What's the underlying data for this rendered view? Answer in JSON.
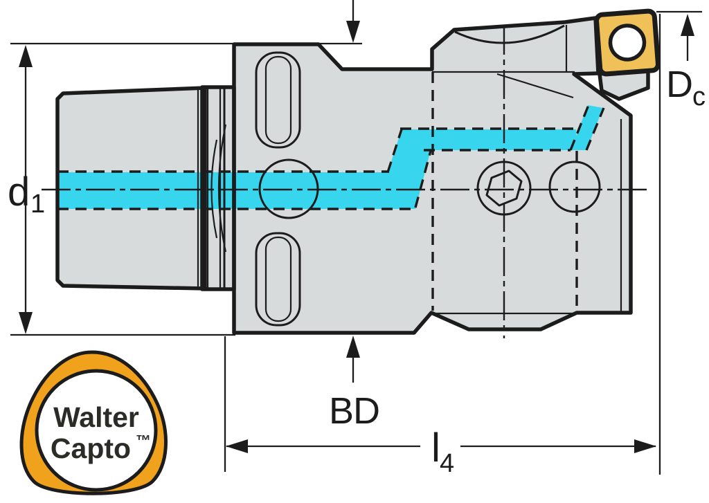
{
  "title": "Walter Capto tool holder dimension drawing",
  "colors": {
    "white": "#ffffff",
    "body_gray": "#d7dbdc",
    "outline": "#1c1c1c",
    "coolant_cyan": "#38d6ee",
    "insert_gold": "#f0c158",
    "logo_orange": "#f0a21d",
    "label_black": "#1c1c1c",
    "logo_text": "#2b2b28"
  },
  "labels": {
    "d1_base": "d",
    "d1_sub": "1",
    "bd": "BD",
    "l4_base": "l",
    "l4_sub": "4",
    "dc_base": "D",
    "dc_sub": "c"
  },
  "logo": {
    "word1": "Walter",
    "word2": "Capto",
    "tm": "™"
  }
}
